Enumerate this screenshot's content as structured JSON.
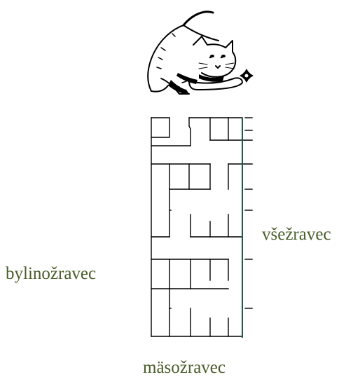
{
  "labels": {
    "herbivore": "bylinožravec",
    "omnivore": "všežravec",
    "carnivore": "mäsožravec"
  },
  "colors": {
    "label_text": "#4a5e2a",
    "maze_lines": "#000000",
    "path_line": "#1e5a4a"
  },
  "illustration": {
    "icon": "cat-icon"
  }
}
